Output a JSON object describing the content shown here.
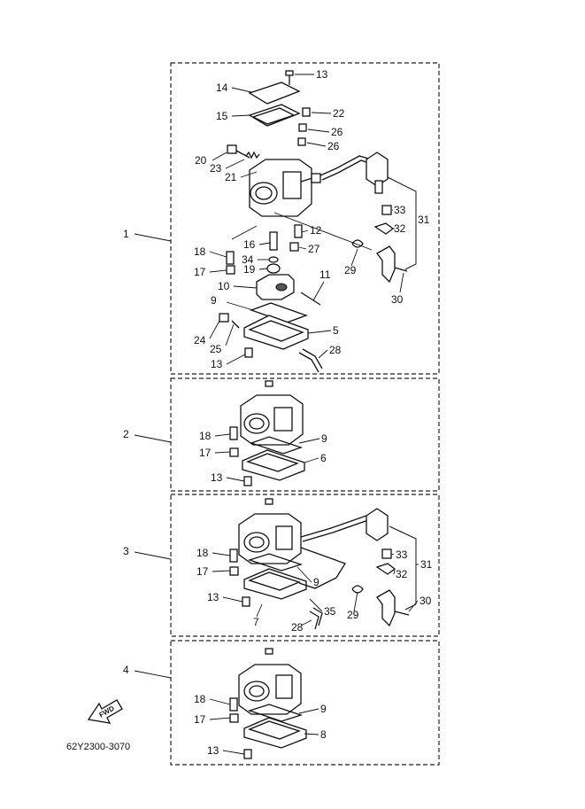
{
  "callouts": {
    "g1": [
      "1",
      "13",
      "14",
      "22",
      "15",
      "26",
      "26",
      "20",
      "23",
      "21",
      "33",
      "31",
      "32",
      "12",
      "16",
      "18",
      "27",
      "34",
      "29",
      "17",
      "19",
      "30",
      "11",
      "10",
      "9",
      "5",
      "24",
      "25",
      "28",
      "13"
    ],
    "g2": [
      "2",
      "18",
      "9",
      "17",
      "6",
      "13"
    ],
    "g3": [
      "3",
      "18",
      "33",
      "31",
      "17",
      "32",
      "9",
      "13",
      "35",
      "29",
      "30",
      "28",
      "7"
    ],
    "g4": [
      "4",
      "18",
      "9",
      "17",
      "8",
      "13"
    ]
  },
  "fwd_label": "FWD",
  "drawing_number": "62Y2300-3070"
}
